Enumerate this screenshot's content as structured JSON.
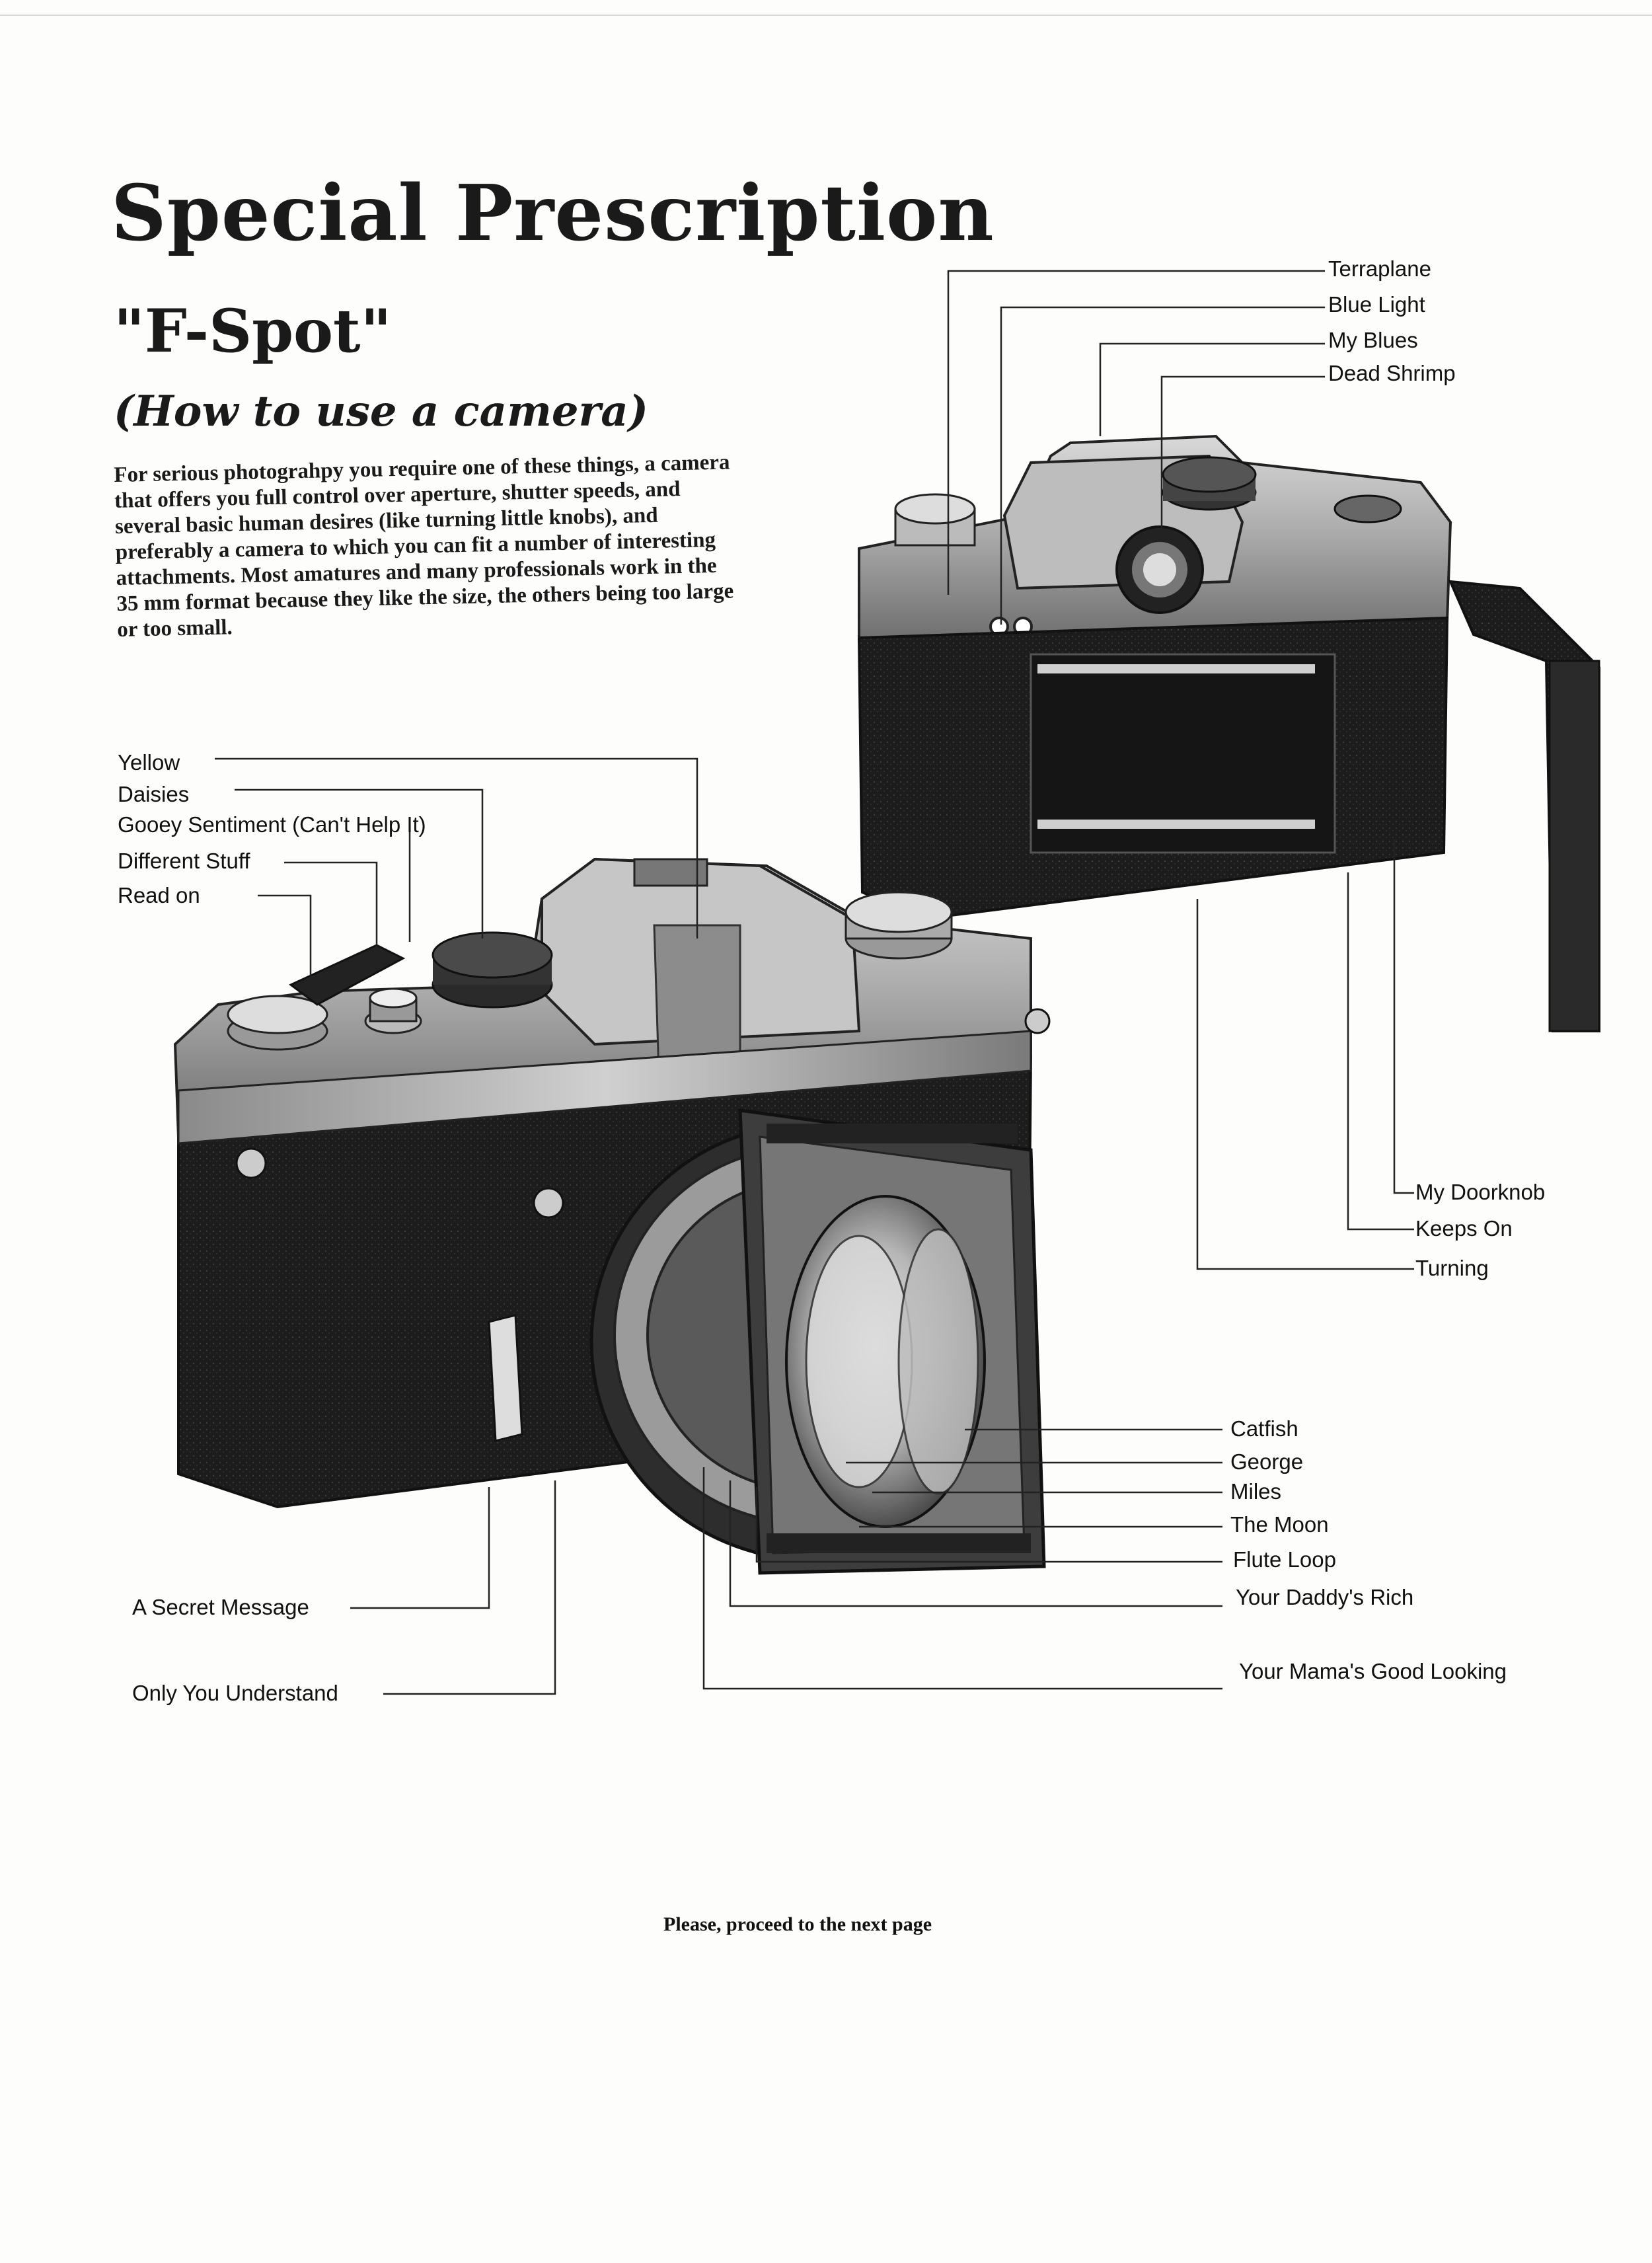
{
  "document": {
    "title": "Special Prescription",
    "subtitle": "\"F-Spot\"",
    "tagline": "(How to use a camera)",
    "intro": "For serious photograhpy you require one of these things, a camera that offers you full control over aperture, shutter speeds, and several basic human desires (like turning little knobs), and preferably a camera to which you can fit a number of interesting attachments. Most amatures and many professionals work in the 35 mm format because they like the size, the others being too large or too small.",
    "footer": "Please, proceed to the next page"
  },
  "labels": {
    "terraplane": "Terraplane",
    "blue_light": "Blue Light",
    "my_blues": "My Blues",
    "dead_shrimp": "Dead Shrimp",
    "yellow": "Yellow",
    "daisies": "Daisies",
    "gooey_sentiment": "Gooey Sentiment (Can't Help It)",
    "different_stuff": "Different Stuff",
    "read_on": "Read on",
    "my_doorknob": "My Doorknob",
    "keeps_on": "Keeps On",
    "turning": "Turning",
    "catfish": "Catfish",
    "george": "George",
    "miles": "Miles",
    "the_moon": "The Moon",
    "flute_loop": "Flute Loop",
    "your_daddys_rich": "Your Daddy's Rich",
    "your_mamas_good_looking": "Your Mama's Good Looking",
    "a_secret_message": "A Secret Message",
    "only_you_understand": "Only You Understand"
  },
  "colors": {
    "ink": "#111111",
    "paper": "#fdfdfb",
    "camera_dark": "#1e1e1e",
    "camera_metal": "#9a9a9a",
    "camera_light": "#cfcfcf"
  }
}
